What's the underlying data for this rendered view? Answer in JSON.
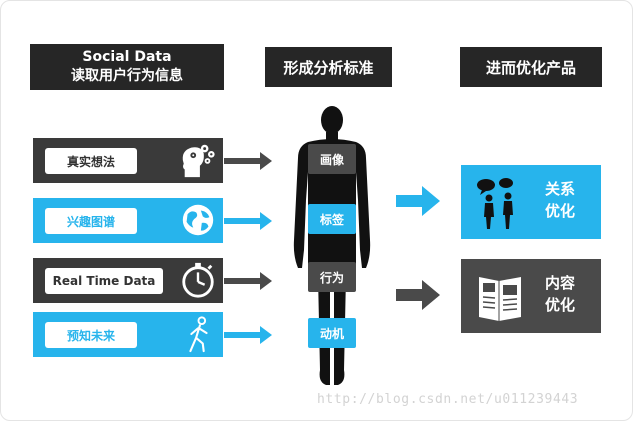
{
  "headers": {
    "left_line1": "Social Data",
    "left_line2": "读取用户行为信息",
    "middle": "形成分析标准",
    "right": "进而优化产品"
  },
  "inputs": [
    {
      "label": "真实想法",
      "icon": "brain-gears-icon"
    },
    {
      "label": "兴趣图谱",
      "icon": "globe-icon"
    },
    {
      "label": "Real Time Data",
      "icon": "stopwatch-icon"
    },
    {
      "label": "预知未来",
      "icon": "walking-person-icon"
    }
  ],
  "standards": [
    "画像",
    "标签",
    "行为",
    "动机"
  ],
  "outputs": [
    {
      "line1": "关系",
      "line2": "优化",
      "icon": "people-chatting-icon"
    },
    {
      "line1": "内容",
      "line2": "优化",
      "icon": "newspaper-icon"
    }
  ],
  "watermark": "http://blog.csdn.net/u011239443",
  "colors": {
    "blue": "#27b4ec",
    "dark": "#3a3a3a",
    "header": "#262626",
    "arrow": "#4a4a4a"
  }
}
